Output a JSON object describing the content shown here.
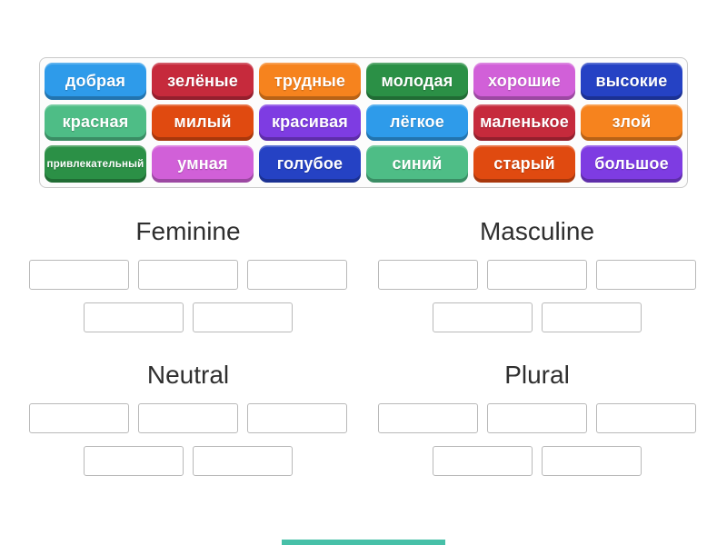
{
  "tray": {
    "tiles": [
      {
        "label": "добрая",
        "color": "#2E9BEA"
      },
      {
        "label": "зелёные",
        "color": "#C62A3C"
      },
      {
        "label": "трудные",
        "color": "#F6831E"
      },
      {
        "label": "молодая",
        "color": "#2B9046"
      },
      {
        "label": "хорошие",
        "color": "#D160D8"
      },
      {
        "label": "высокие",
        "color": "#2542C4"
      },
      {
        "label": "красная",
        "color": "#4EBD86"
      },
      {
        "label": "милый",
        "color": "#E04A10"
      },
      {
        "label": "красивая",
        "color": "#7E3CE2"
      },
      {
        "label": "лёгкое",
        "color": "#2E9BEA"
      },
      {
        "label": "маленькое",
        "color": "#C62A3C"
      },
      {
        "label": "злой",
        "color": "#F6831E"
      },
      {
        "label": "привлекательный",
        "color": "#2B9046"
      },
      {
        "label": "умная",
        "color": "#D160D8"
      },
      {
        "label": "голубое",
        "color": "#2542C4"
      },
      {
        "label": "синий",
        "color": "#4EBD86"
      },
      {
        "label": "старый",
        "color": "#E04A10"
      },
      {
        "label": "большое",
        "color": "#7E3CE2"
      }
    ]
  },
  "groups": [
    {
      "title": "Feminine",
      "slot_rows": [
        3,
        2
      ]
    },
    {
      "title": "Masculine",
      "slot_rows": [
        3,
        2
      ]
    },
    {
      "title": "Neutral",
      "slot_rows": [
        3,
        2
      ]
    },
    {
      "title": "Plural",
      "slot_rows": [
        3,
        2
      ]
    }
  ],
  "colors": {
    "bottom_bar": "#47C0A8",
    "tile_text": "#FFFFFF",
    "heading_text": "#2F2F2F",
    "slot_border": "#B9B9B9"
  }
}
